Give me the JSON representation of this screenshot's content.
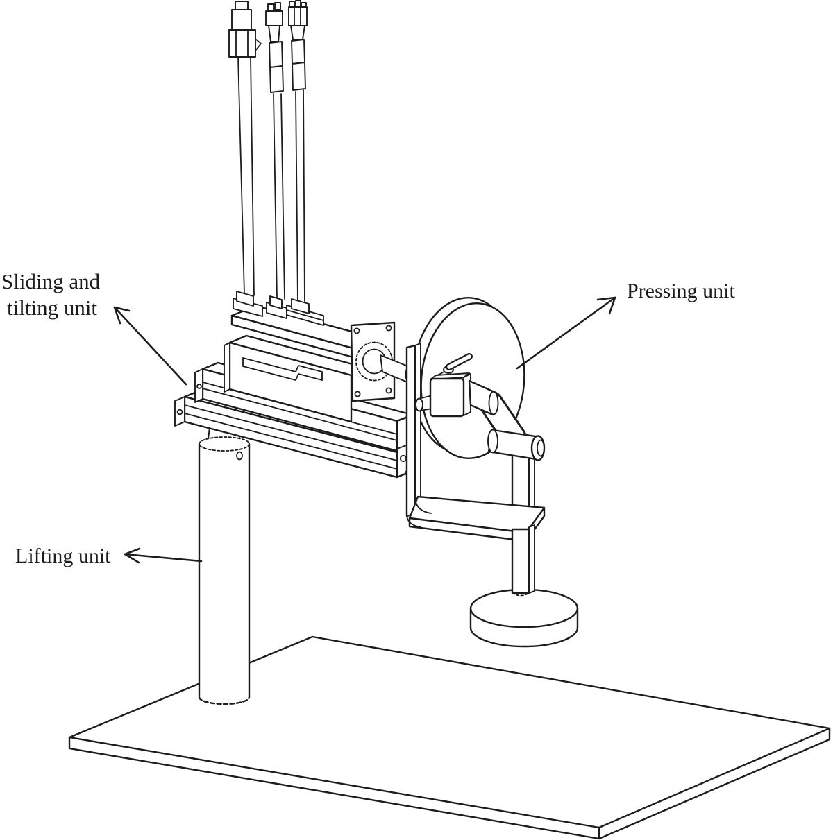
{
  "figure": {
    "labels": {
      "sliding": {
        "line1": "Sliding and",
        "line2": "tilting unit"
      },
      "pressing": "Pressing unit",
      "lifting": "Lifting unit"
    },
    "colors": {
      "ink": "#1c1c1c",
      "background": "#ffffff"
    }
  }
}
